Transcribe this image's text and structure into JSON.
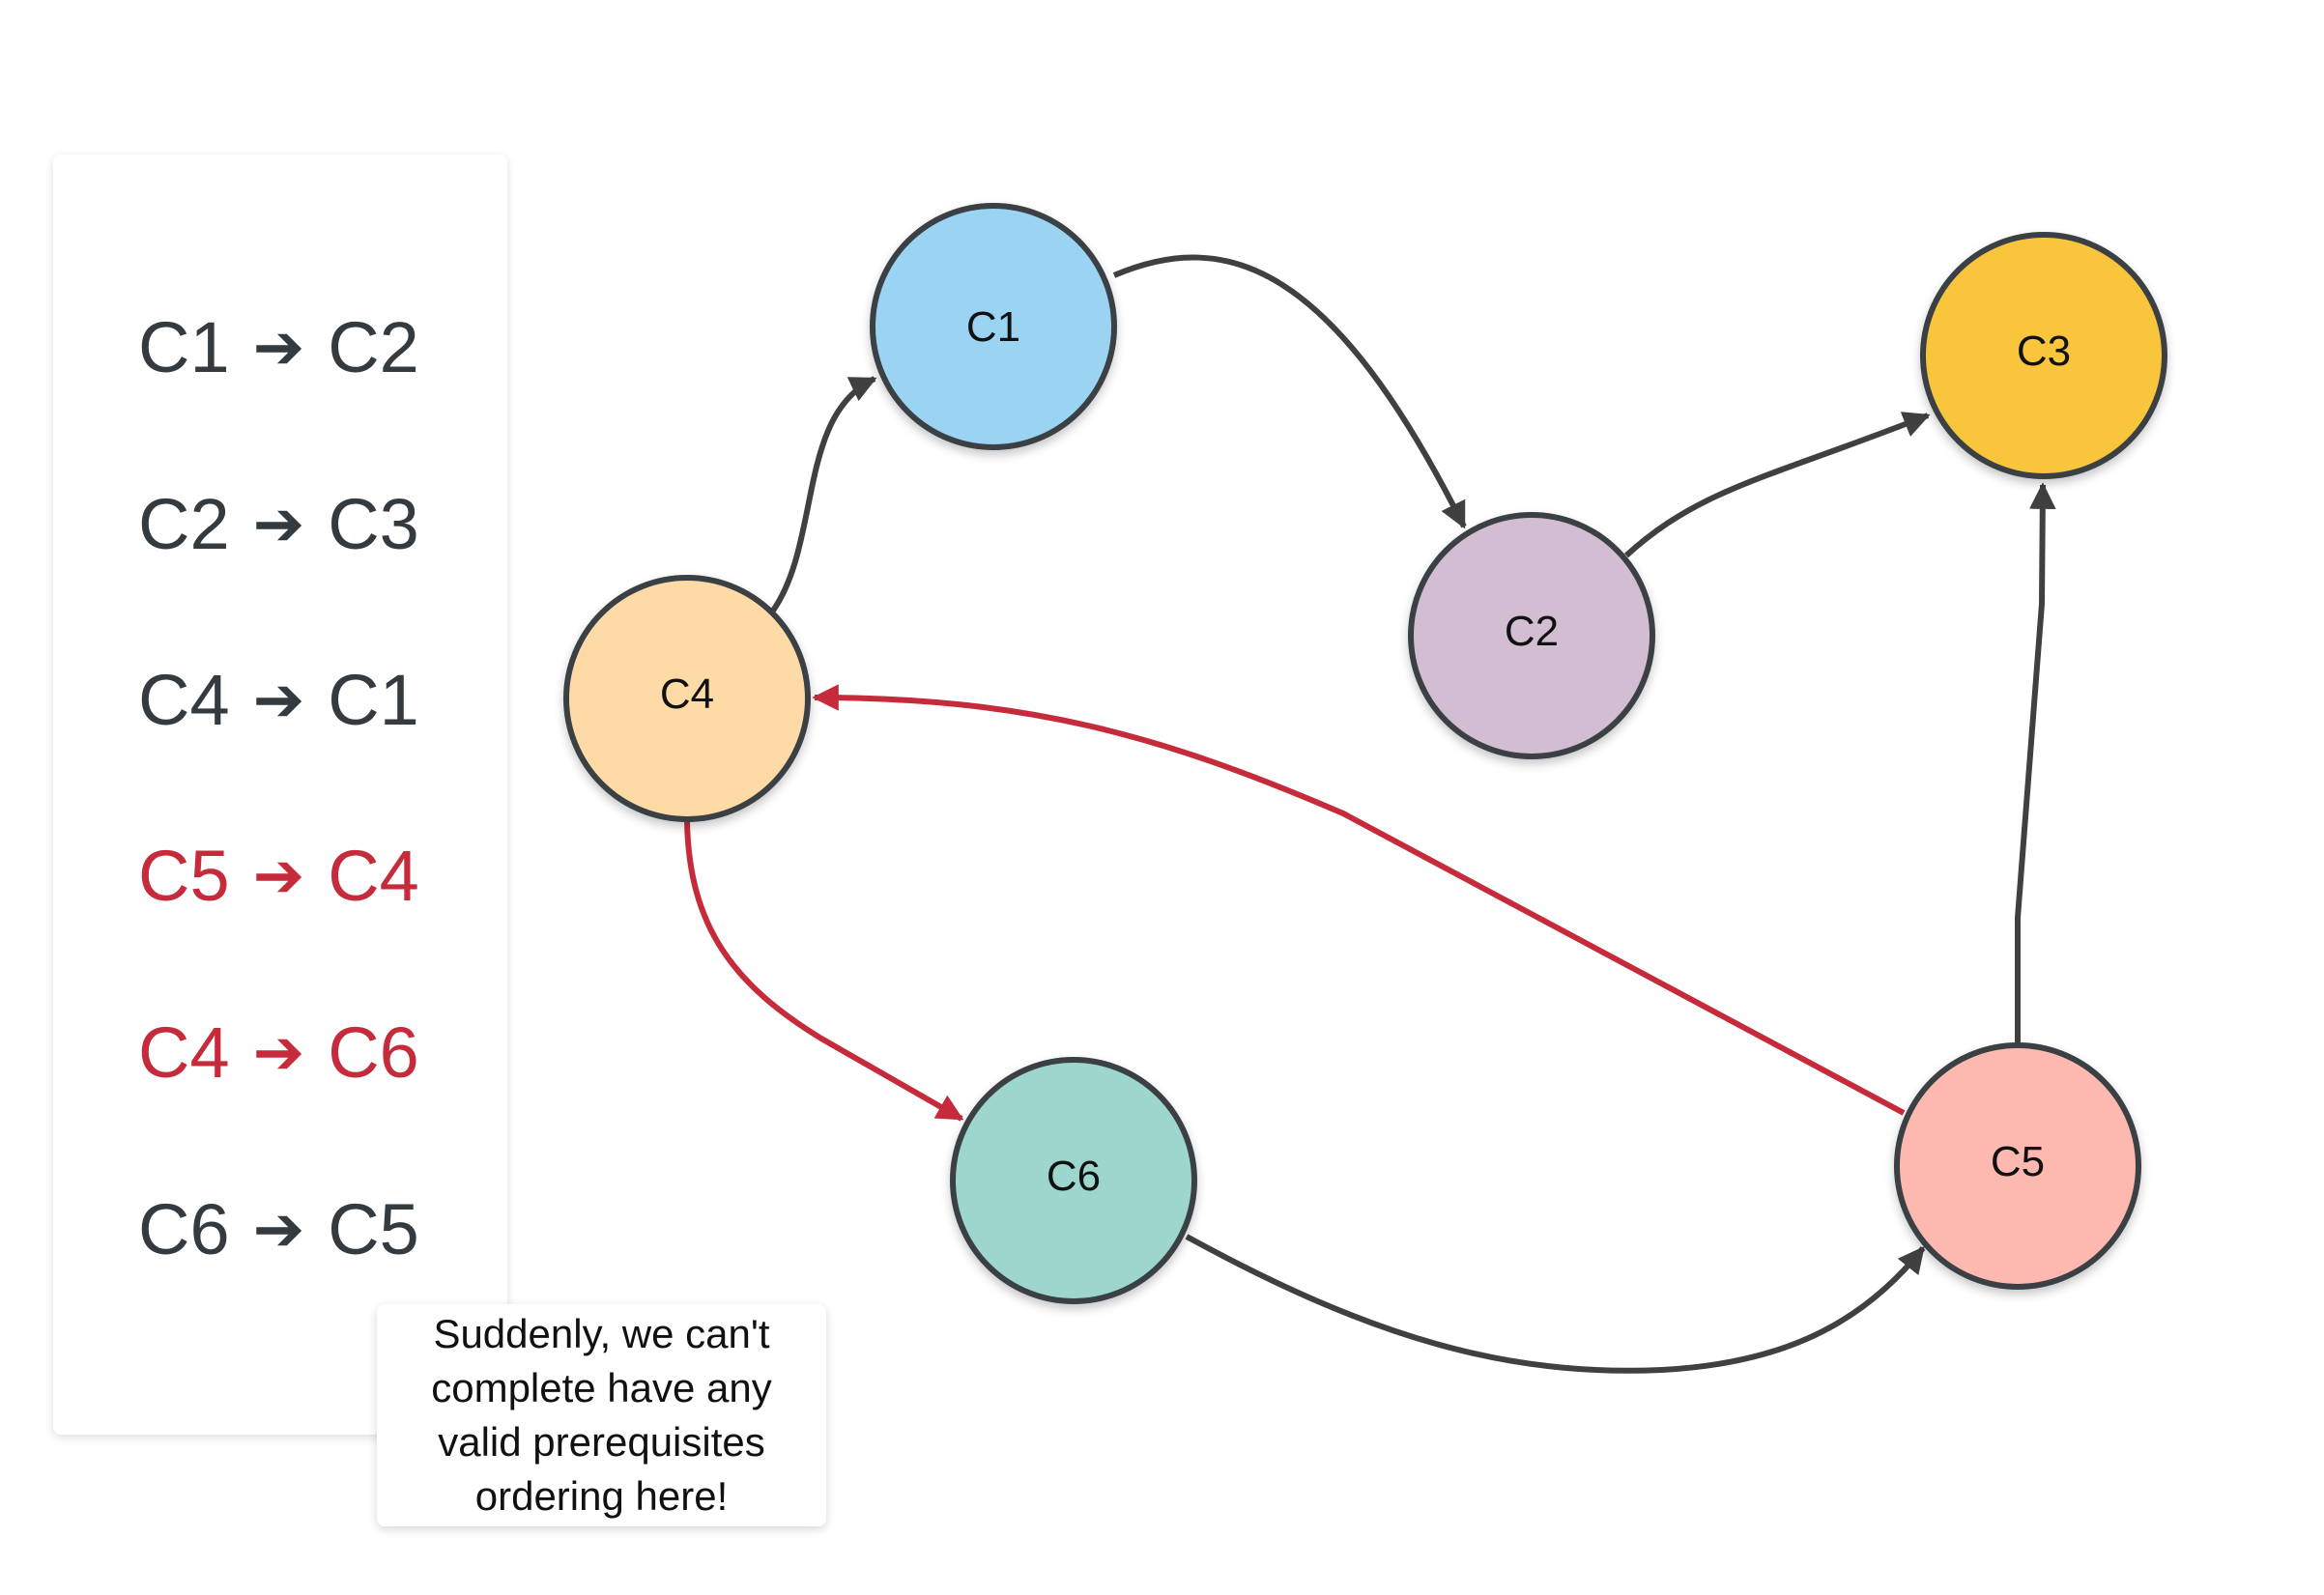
{
  "edge_list": [
    {
      "from": "C1",
      "to": "C2",
      "arrow": "➔",
      "cycle": false
    },
    {
      "from": "C2",
      "to": "C3",
      "arrow": "➔",
      "cycle": false
    },
    {
      "from": "C4",
      "to": "C1",
      "arrow": "➔",
      "cycle": false
    },
    {
      "from": "C5",
      "to": "C4",
      "arrow": "➔",
      "cycle": true
    },
    {
      "from": "C4",
      "to": "C6",
      "arrow": "➔",
      "cycle": true
    },
    {
      "from": "C6",
      "to": "C5",
      "arrow": "➔",
      "cycle": false
    }
  ],
  "note": {
    "text": "Suddenly, we can't complete have any valid prerequisites ordering here!"
  },
  "graph": {
    "nodes": [
      {
        "id": "C1",
        "label": "C1",
        "color": "#9bd3f3"
      },
      {
        "id": "C2",
        "label": "C2",
        "color": "#d3bdd2"
      },
      {
        "id": "C3",
        "label": "C3",
        "color": "#f9c53c"
      },
      {
        "id": "C4",
        "label": "C4",
        "color": "#fddaa6"
      },
      {
        "id": "C5",
        "label": "C5",
        "color": "#fdb8af"
      },
      {
        "id": "C6",
        "label": "C6",
        "color": "#9dd6cc"
      }
    ],
    "colors": {
      "node_border": "#3a3f45",
      "edge": "#404040",
      "cycle_edge": "#c52b3a"
    }
  }
}
